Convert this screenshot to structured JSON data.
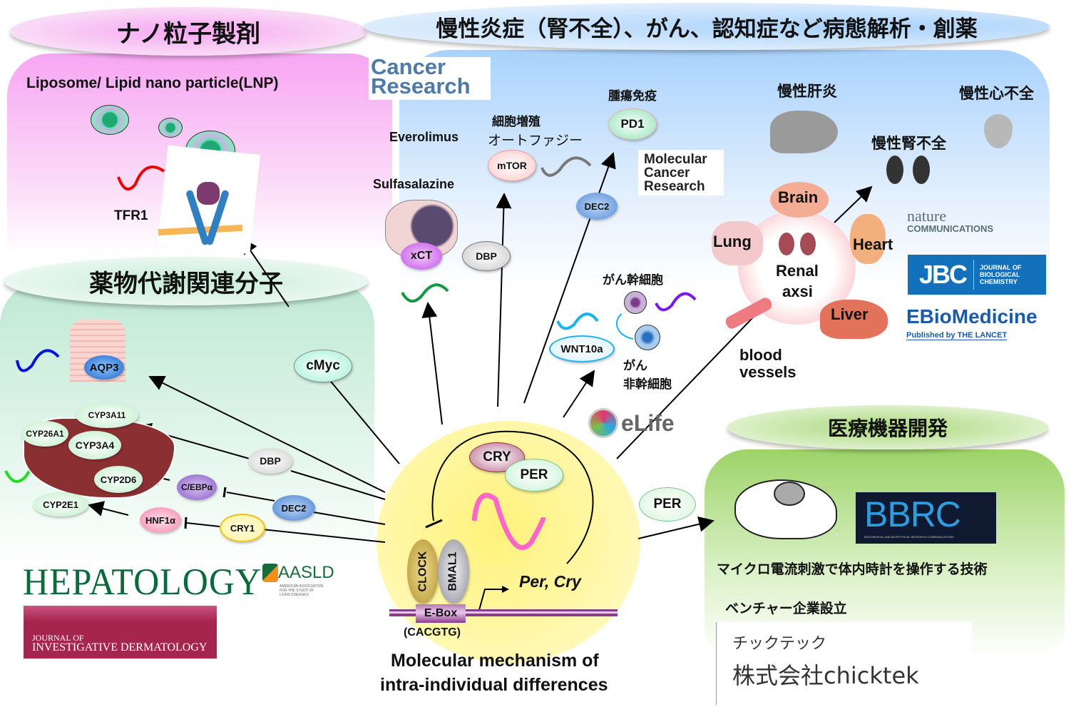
{
  "sections": {
    "nano": {
      "title": "ナノ粒子製剤",
      "subtitle": "Liposome/ Lipid nano particle(LNP)",
      "receptor_label": "TFR1"
    },
    "disease": {
      "title": "慢性炎症（腎不全）、がん、認知症など病態解析・創薬",
      "everolimus": "Everolimus",
      "sulfasalazine": "Sulfasalazine",
      "cell_prolif": "細胞増殖",
      "autophagy": "オートファジー",
      "tumor_immunity": "腫瘍免疫",
      "cancer_stem": "がん幹細胞",
      "cancer_nonstem_1": "がん",
      "cancer_nonstem_2": "非幹細胞",
      "hepatitis": "慢性肝炎",
      "heart_failure": "慢性心不全",
      "renal_failure": "慢性腎不全",
      "blood_vessels_1": "blood",
      "blood_vessels_2": "vessels",
      "organs": {
        "brain": "Brain",
        "lung": "Lung",
        "heart": "Heart",
        "liver": "Liver",
        "center_1": "Renal",
        "center_2": "axsi"
      }
    },
    "drug_metabolism": {
      "title": "薬物代謝関連分子"
    },
    "device": {
      "title": "医療機器開発",
      "description": "マイクロ電流刺激で体内時計を操作する技術",
      "venture": "ベンチャー企業設立",
      "company_kana": "チックテック",
      "company_name": "株式会社chicktek"
    },
    "core": {
      "caption_1": "Molecular mechanism of",
      "caption_2": "intra-individual differences",
      "genes": "Per, Cry",
      "ebox": "E-Box",
      "ebox_seq": "(CACGTG)",
      "clock": "CLOCK",
      "bmal1": "BMAL1",
      "cry": "CRY",
      "per": "PER"
    }
  },
  "molecules": {
    "mtor": "mTOR",
    "pd1": "PD1",
    "dec2_top": "DEC2",
    "xct": "xCT",
    "dbp_top": "DBP",
    "wnt10a": "WNT10a",
    "cmyc": "cMyc",
    "aqp3": "AQP3",
    "cyp3a11": "CYP3A11",
    "cyp26a1": "CYP26A1",
    "cyp3a4": "CYP3A4",
    "cyp2d6": "CYP2D6",
    "cyp2e1": "CYP2E1",
    "dbp_left": "DBP",
    "cebpa": "C/EBPα",
    "dec2_left": "DEC2",
    "hnf1a": "HNF1α",
    "cry1": "CRY1",
    "per_right": "PER"
  },
  "journals": {
    "cancer_research_1": "Cancer",
    "cancer_research_2": "Research",
    "mcr_1": "Molecular",
    "mcr_2": "Cancer",
    "mcr_3": "Research",
    "nature_1": "nature",
    "nature_2": "COMMUNICATIONS",
    "jbc": "JBC",
    "jbc_full_1": "JOURNAL OF",
    "jbc_full_2": "BIOLOGICAL",
    "jbc_full_3": "CHEMISTRY",
    "ebio": "EBioMedicine",
    "ebio_sub": "Published by THE LANCET",
    "elife": "eLife",
    "hepatology": "HEPATOLOGY",
    "aasld": "AASLD",
    "aasld_sub": "AMERICAN ASSOCIATION FOR THE STUDY OF LIVER DISEASES",
    "jid_1": "JOURNAL OF",
    "jid_2": "INVESTIGATIVE DERMATOLOGY",
    "bbrc": "BBRC",
    "bbrc_sub": "BIOCHEMICAL AND BIOPHYSICAL RESEARCH COMMUNICATIONS"
  },
  "colors": {
    "nano_panel": "#f7a6f2",
    "disease_panel": "#b3d8fb",
    "drug_panel": "#cdeedd",
    "device_panel": "#9ed36a",
    "core_circle": "#fff7a8"
  }
}
